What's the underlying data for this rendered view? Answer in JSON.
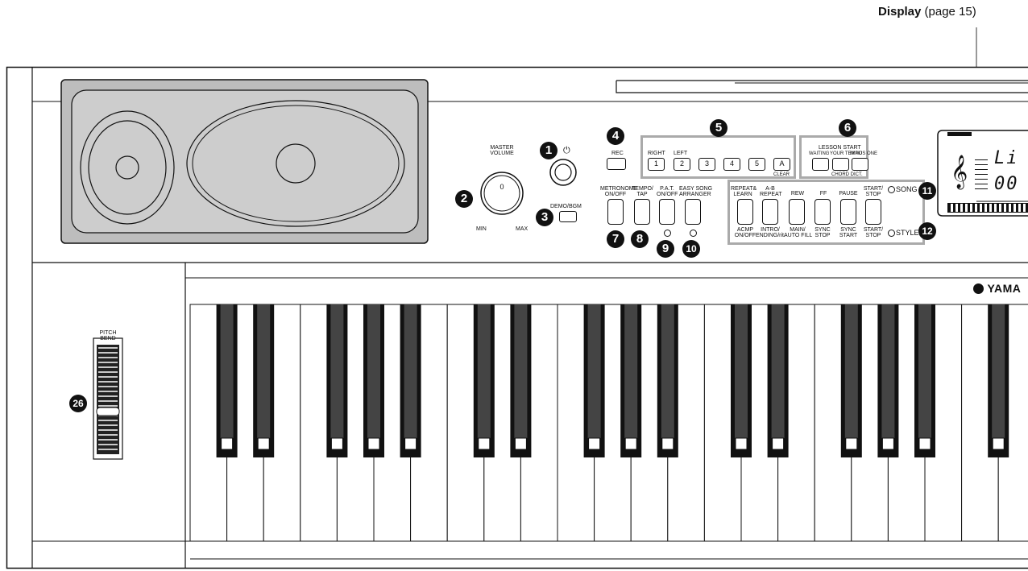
{
  "display_callout": {
    "title": "Display",
    "page_ref": "(page 15)"
  },
  "callouts": {
    "c1": "1",
    "c2": "2",
    "c3": "3",
    "c4": "4",
    "c5": "5",
    "c6": "6",
    "c7": "7",
    "c8": "8",
    "c9": "9",
    "c10": "10",
    "c11": "11",
    "c12": "12",
    "c26": "26"
  },
  "panel": {
    "master_volume": "MASTER\nVOLUME",
    "vol_min": "MIN",
    "vol_max": "MAX",
    "vol_zero": "0",
    "power_symbol": "⏻",
    "demo_bgm": "DEMO/BGM",
    "rec": "REC",
    "right": "RIGHT",
    "left": "LEFT",
    "track_keys": [
      "1",
      "2",
      "3",
      "4",
      "5",
      "A"
    ],
    "clear": "CLEAR",
    "lesson_start": "LESSON START",
    "waiting": "WAITING",
    "your_tempo": "YOUR TEMPO",
    "minus_one": "MINUS ONE",
    "chord_dict": "CHORD DICT.",
    "metronome": "METRONOME\nON/OFF",
    "tempo_tap": "TEMPO/\nTAP",
    "pat": "P.A.T.\nON/OFF",
    "easy_song": "EASY SONG\nARRANGER",
    "repeat_learn": "REPEAT&\nLEARN",
    "ab_repeat": "A-B\nREPEAT",
    "rew": "REW",
    "ff": "FF",
    "pause": "PAUSE",
    "start_stop": "START/\nSTOP",
    "song": "SONG",
    "acmp": "ACMP\nON/OFF",
    "intro_ending": "INTRO/\nENDING/rit.",
    "main_autofill": "MAIN/\nAUTO FILL",
    "sync_stop": "SYNC\nSTOP",
    "sync_start": "SYNC\nSTART",
    "start_stop2": "START/\nSTOP",
    "style": "STYLE",
    "pitch_bend": "PITCH\nBEND",
    "brand": "YAMA",
    "lcd_text1": "Li",
    "lcd_text2": "00"
  }
}
